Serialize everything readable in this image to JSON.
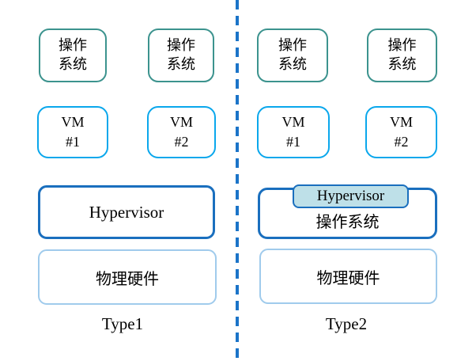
{
  "title": "Hypervisor Type1 vs Type2 architecture diagram",
  "colors": {
    "teal": "#3C938E",
    "cyan": "#0AA7EC",
    "dark_blue": "#1A6FBE",
    "light_blue": "#A0CBEC",
    "hyp_fill": "#BEE0E8",
    "divider": "#1B74C8"
  },
  "panels": {
    "type1": {
      "label": "Type1",
      "guest_os": [
        {
          "line1": "操作",
          "line2": "系统"
        },
        {
          "line1": "操作",
          "line2": "系统"
        }
      ],
      "vms": [
        {
          "line1": "VM",
          "line2": "#1"
        },
        {
          "line1": "VM",
          "line2": "#2"
        }
      ],
      "hypervisor": "Hypervisor",
      "hardware": "物理硬件"
    },
    "type2": {
      "label": "Type2",
      "guest_os": [
        {
          "line1": "操作",
          "line2": "系统"
        },
        {
          "line1": "操作",
          "line2": "系统"
        }
      ],
      "vms": [
        {
          "line1": "VM",
          "line2": "#1"
        },
        {
          "line1": "VM",
          "line2": "#2"
        }
      ],
      "hypervisor": "Hypervisor",
      "host_os": "操作系统",
      "hardware": "物理硬件"
    }
  }
}
